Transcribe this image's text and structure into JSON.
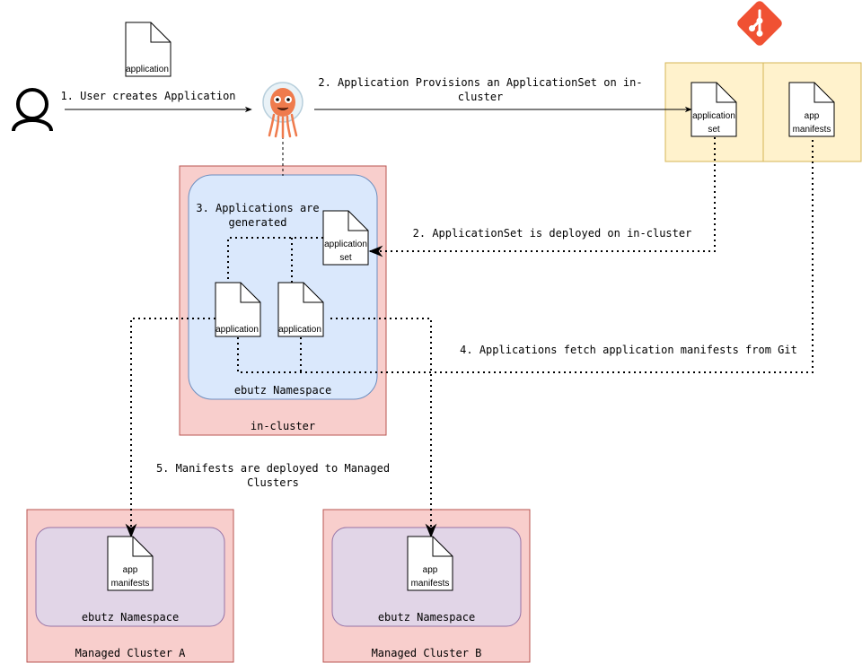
{
  "labels": {
    "step1": "1. User creates Application",
    "step2_line1": "2. Application Provisions an ApplicationSet on in-",
    "step2_line2": "cluster",
    "step2b": "2. ApplicationSet is deployed on in-cluster",
    "step3_line1": "3. Applications are",
    "step3_line2": "generated",
    "step4": "4. Applications fetch application manifests from Git",
    "step5_line1": "5. Manifests are deployed to Managed",
    "step5_line2": "Clusters"
  },
  "containers": {
    "in_cluster": "in-cluster",
    "ebutz_namespace": "ebutz Namespace",
    "managed_a": "Managed Cluster A",
    "managed_b": "Managed Cluster B",
    "ns_a": "ebutz Namespace",
    "ns_b": "ebutz Namespace"
  },
  "docs": {
    "top_application": "application",
    "git_appset_l1": "application",
    "git_appset_l2": "set",
    "git_manifests_l1": "app",
    "git_manifests_l2": "manifests",
    "cluster_appset_l1": "application",
    "cluster_appset_l2": "set",
    "cluster_app1": "application",
    "cluster_app2": "application",
    "a_manifests_l1": "app",
    "a_manifests_l2": "manifests",
    "b_manifests_l1": "app",
    "b_manifests_l2": "manifests"
  },
  "icons": {
    "user": "user-icon",
    "argo": "argo-cd-octopus-icon",
    "git": "git-logo-icon"
  },
  "colors": {
    "cluster_fill": "#f8cecc",
    "cluster_stroke": "#b85450",
    "namespace_fill": "#dae8fc",
    "namespace_stroke": "#6c8ebf",
    "managed_ns_fill": "#e1d5e7",
    "managed_ns_stroke": "#9673a6",
    "git_fill": "#fff2cc",
    "git_stroke": "#d6b656",
    "git_logo": "#f05133",
    "argo_body": "#ef7b4d"
  }
}
